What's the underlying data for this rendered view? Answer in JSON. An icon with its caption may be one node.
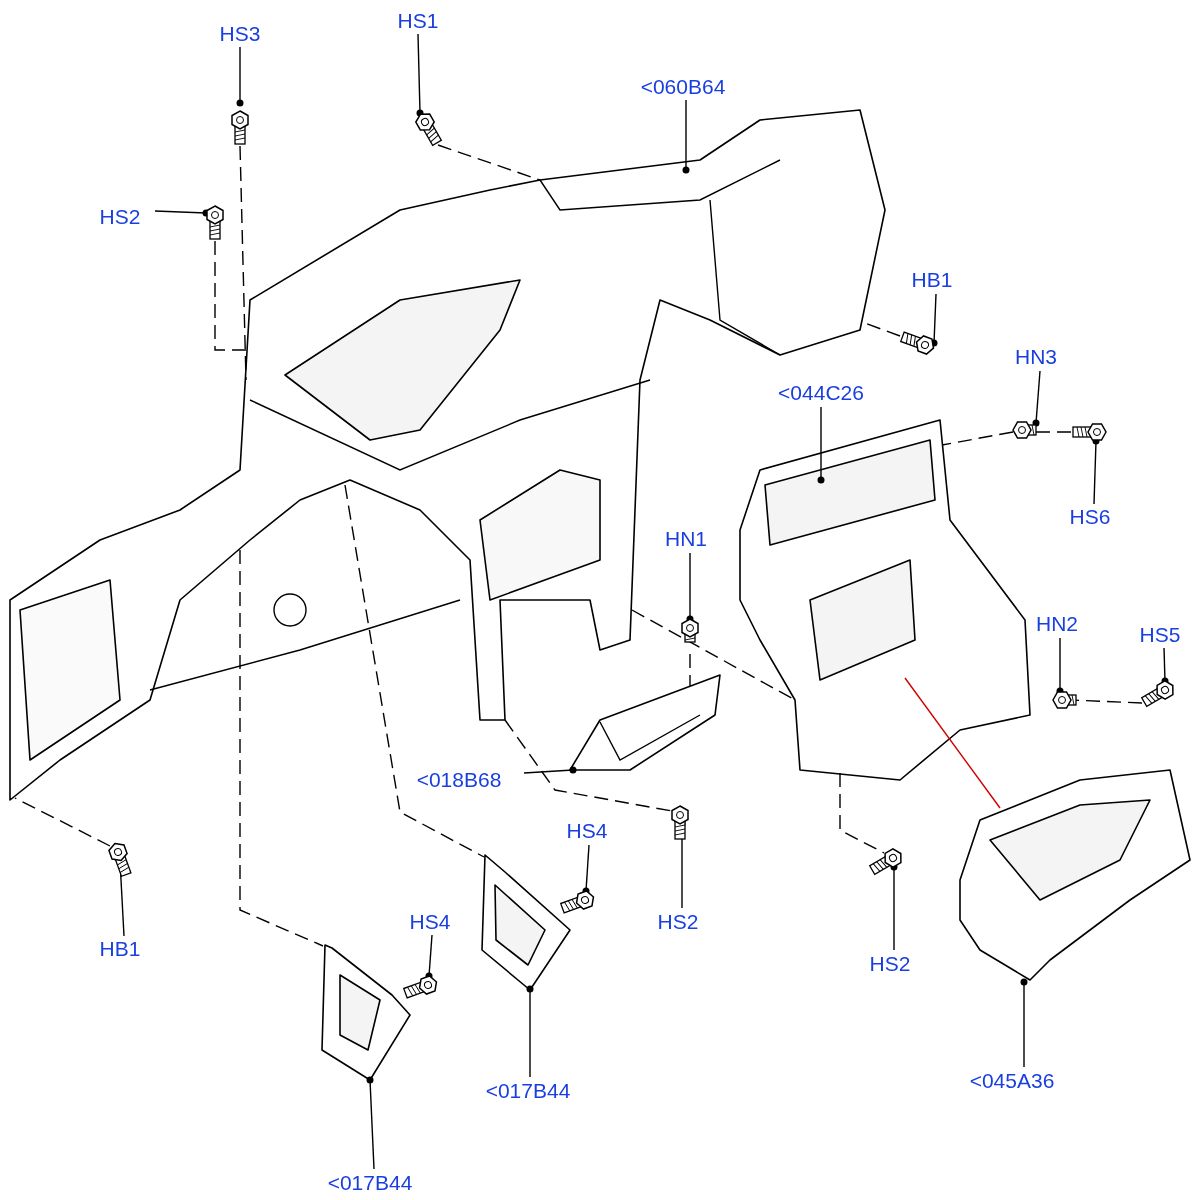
{
  "diagram": {
    "nodes": [
      {
        "text": [
          "HS3"
        ]
      },
      {
        "text": [
          "HS1"
        ]
      },
      {
        "text": [
          "<060B64"
        ]
      },
      {
        "text": [
          "HS2"
        ]
      },
      {
        "text": [
          "HB1"
        ]
      },
      {
        "text": [
          "HN3"
        ]
      },
      {
        "text": [
          "<044C26"
        ]
      },
      {
        "text": [
          "HS6"
        ]
      },
      {
        "text": [
          "HN1"
        ]
      },
      {
        "text": [
          "HN2"
        ]
      },
      {
        "text": [
          "HS5"
        ]
      },
      {
        "text": [
          "<018B68"
        ]
      },
      {
        "text": [
          "HS4"
        ]
      },
      {
        "text": [
          "HS2"
        ]
      },
      {
        "text": [
          "HS4"
        ]
      },
      {
        "text": [
          "HB1"
        ]
      },
      {
        "text": [
          "HS2"
        ]
      },
      {
        "text": [
          "<045A36"
        ]
      },
      {
        "text": [
          "<017B44"
        ]
      },
      {
        "text": [
          "<017B44"
        ]
      },
      {
        "text": [],
        "shape": "bolt"
      },
      {
        "text": [],
        "shape": "bolt"
      },
      {
        "text": [],
        "shape": "picture"
      },
      {
        "text": [],
        "shape": "bolt"
      },
      {
        "text": [],
        "shape": "bolt"
      },
      {
        "text": [],
        "shape": "nut"
      },
      {
        "text": [],
        "shape": "picture"
      },
      {
        "text": [],
        "shape": "bolt"
      },
      {
        "text": [],
        "shape": "nut"
      },
      {
        "text": [],
        "shape": "nut"
      },
      {
        "text": [],
        "shape": "bolt"
      },
      {
        "text": [],
        "shape": "picture"
      },
      {
        "text": [],
        "shape": "bolt"
      },
      {
        "text": [],
        "shape": "bolt"
      },
      {
        "text": [],
        "shape": "bolt"
      },
      {
        "text": [],
        "shape": "bolt"
      },
      {
        "text": [],
        "shape": "bolt"
      },
      {
        "text": [],
        "shape": "picture"
      },
      {
        "text": [],
        "shape": "picture"
      },
      {
        "text": [],
        "shape": "picture"
      }
    ],
    "edges": [
      {
        "from": 0,
        "to": 20,
        "arrow": "other"
      },
      {
        "from": 1,
        "to": 21,
        "arrow": "other"
      },
      {
        "from": 2,
        "to": 22,
        "arrow": "other"
      },
      {
        "from": 3,
        "to": 23,
        "arrow": "other"
      },
      {
        "from": 4,
        "to": 24,
        "arrow": "other"
      },
      {
        "from": 5,
        "to": 25,
        "arrow": "other"
      },
      {
        "from": 6,
        "to": 26,
        "arrow": "other"
      },
      {
        "from": 7,
        "to": 27,
        "arrow": "other"
      },
      {
        "from": 8,
        "to": 28,
        "arrow": "other"
      },
      {
        "from": 9,
        "to": 29,
        "arrow": "other"
      },
      {
        "from": 10,
        "to": 30,
        "arrow": "other"
      },
      {
        "from": 11,
        "to": 31,
        "arrow": "other"
      },
      {
        "from": 12,
        "to": 32,
        "arrow": "other"
      },
      {
        "from": 13,
        "to": 33,
        "arrow": "other"
      },
      {
        "from": 14,
        "to": 34,
        "arrow": "other"
      },
      {
        "from": 15,
        "to": 35,
        "arrow": "other"
      },
      {
        "from": 16,
        "to": 36,
        "arrow": "other"
      },
      {
        "from": 17,
        "to": 37,
        "arrow": "other"
      },
      {
        "from": 18,
        "to": 38,
        "arrow": "other"
      },
      {
        "from": 19,
        "to": 39,
        "arrow": "other"
      },
      {
        "from": 21,
        "to": 22,
        "arrow": "none",
        "style": "dashed"
      },
      {
        "from": 20,
        "to": 22,
        "arrow": "none",
        "style": "dashed"
      },
      {
        "from": 23,
        "to": 22,
        "arrow": "none",
        "style": "dashed"
      },
      {
        "from": 28,
        "to": 31,
        "arrow": "none",
        "style": "dashed"
      },
      {
        "from": 22,
        "to": 26,
        "arrow": "none",
        "style": "dashed"
      },
      {
        "from": 35,
        "to": 22,
        "arrow": "none",
        "style": "dashed"
      },
      {
        "from": 22,
        "to": 39,
        "arrow": "none",
        "style": "dashed"
      },
      {
        "from": 22,
        "to": 38,
        "arrow": "none",
        "style": "dashed"
      },
      {
        "from": 22,
        "to": 33,
        "arrow": "none",
        "style": "dashed"
      },
      {
        "from": 26,
        "to": 36,
        "arrow": "none",
        "style": "dashed"
      },
      {
        "from": 30,
        "to": 29,
        "arrow": "none",
        "style": "dashed"
      },
      {
        "from": 25,
        "to": 26,
        "arrow": "none",
        "style": "dashed"
      },
      {
        "from": 27,
        "to": 25,
        "arrow": "none",
        "style": "dashed"
      },
      {
        "from": 26,
        "to": 37,
        "arrow": "none",
        "color": "#d00000"
      },
      {
        "from": 24,
        "to": 22,
        "arrow": "none",
        "style": "dashed"
      }
    ]
  }
}
